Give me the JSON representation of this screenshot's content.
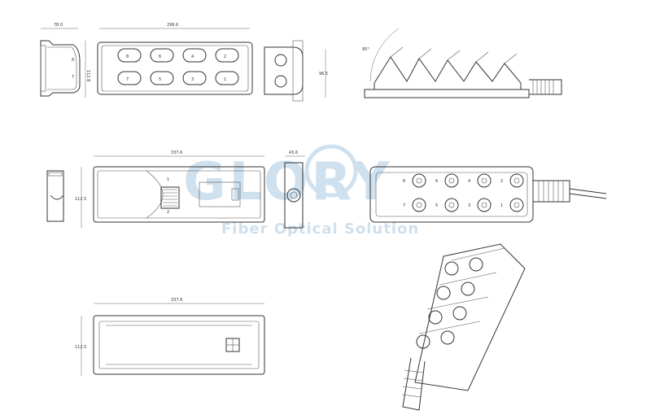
{
  "watermark": {
    "logo_text": "GLORY",
    "tagline": "Fiber Optical Solution",
    "color": "#cfe0ee"
  },
  "dimensions": {
    "top_side_width": "78.0",
    "top_main_width": "296.6",
    "top_main_height": "112.8",
    "side_view_height": "96.5",
    "side_view_angle": "95°",
    "mid_main_width": "337.6",
    "mid_main_height": "112.5",
    "mid_side_width": "43.6",
    "bottom_main_width": "337.6",
    "bottom_main_height": "112.5"
  },
  "port_numbers": [
    "1",
    "2",
    "3",
    "4",
    "5",
    "6",
    "7",
    "8"
  ]
}
